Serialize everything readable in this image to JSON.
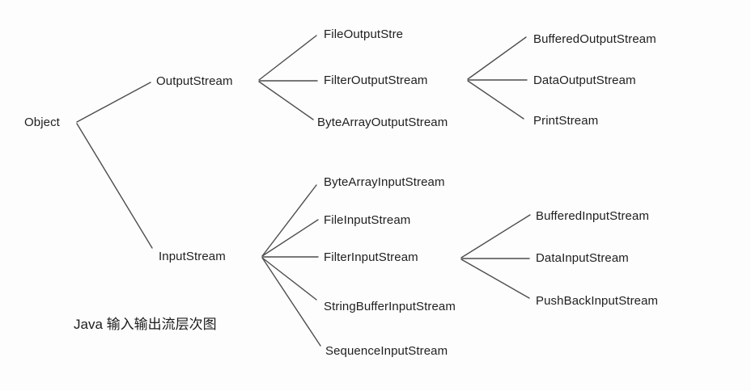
{
  "diagram": {
    "title_semantic": "Java IO stream class hierarchy tree",
    "caption": "Java 输入输出流层次图",
    "colors": {
      "background": "#fdfdfd",
      "line": "#4d4d4d",
      "text": "#1f1f1f"
    },
    "nodes": {
      "object": "Object",
      "output_stream": "OutputStream",
      "input_stream": "InputStream",
      "file_output_stre": "FileOutputStre",
      "filter_output_stream": "FilterOutputStream",
      "byte_array_output_stream": "ByteArrayOutputStream",
      "buffered_output_stream": "BufferedOutputStream",
      "data_output_stream": "DataOutputStream",
      "print_stream": "PrintStream",
      "byte_array_input_stream": "ByteArrayInputStream",
      "file_input_stream": "FileInputStream",
      "filter_input_stream": "FilterInputStream",
      "string_buffer_input_stream": "StringBufferInputStream",
      "sequence_input_stream": "SequenceInputStream",
      "buffered_input_stream": "BufferedInputStream",
      "data_input_stream": "DataInputStream",
      "push_back_input_stream": "PushBackInputStream"
    },
    "edges": [
      [
        "object",
        "output_stream"
      ],
      [
        "object",
        "input_stream"
      ],
      [
        "output_stream",
        "file_output_stre"
      ],
      [
        "output_stream",
        "filter_output_stream"
      ],
      [
        "output_stream",
        "byte_array_output_stream"
      ],
      [
        "filter_output_stream",
        "buffered_output_stream"
      ],
      [
        "filter_output_stream",
        "data_output_stream"
      ],
      [
        "filter_output_stream",
        "print_stream"
      ],
      [
        "input_stream",
        "byte_array_input_stream"
      ],
      [
        "input_stream",
        "file_input_stream"
      ],
      [
        "input_stream",
        "filter_input_stream"
      ],
      [
        "input_stream",
        "string_buffer_input_stream"
      ],
      [
        "input_stream",
        "sequence_input_stream"
      ],
      [
        "filter_input_stream",
        "buffered_input_stream"
      ],
      [
        "filter_input_stream",
        "data_input_stream"
      ],
      [
        "filter_input_stream",
        "push_back_input_stream"
      ]
    ]
  }
}
